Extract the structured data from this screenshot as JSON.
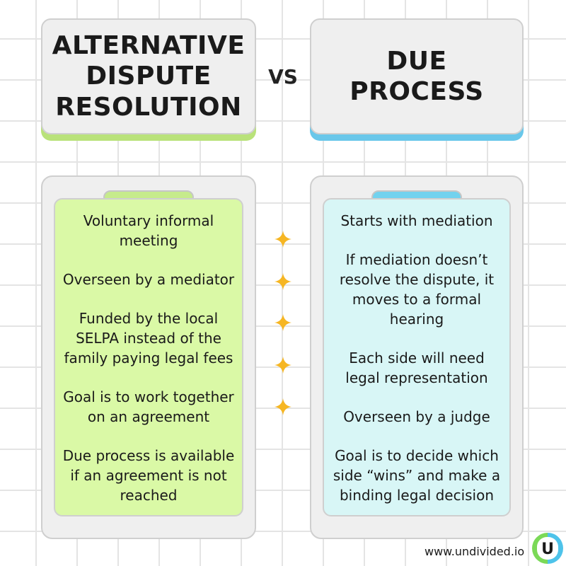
{
  "left_title": "ALTERNATIVE DISPUTE RESOLUTION",
  "right_title": "DUE PROCESS",
  "vs": "VS",
  "left_items": [
    "Voluntary informal meeting",
    "Overseen by a mediator",
    "Funded by the local SELPA instead of the family paying legal fees",
    "Goal is to work together on an agreement",
    "Due process is available if an agreement is not reached"
  ],
  "right_items": [
    "Starts with mediation",
    "If mediation doesn’t resolve the dispute, it moves to a formal hearing",
    "Each side will need legal representation",
    "Overseen by a judge",
    "Goal is to decide which side “wins” and make  a binding legal decision"
  ],
  "footer": {
    "url": "www.undivided.io",
    "logo_letter": "U"
  },
  "colors": {
    "green_accent": "#b9e27a",
    "green_card": "#daf9a6",
    "blue_accent": "#69c7ea",
    "blue_card": "#d8f6f6",
    "sparkle": "#f6b623",
    "logo_green": "#7bd957",
    "logo_blue": "#4ec3ea"
  },
  "icons": [
    "sparkle-icon",
    "undivided-logo"
  ]
}
